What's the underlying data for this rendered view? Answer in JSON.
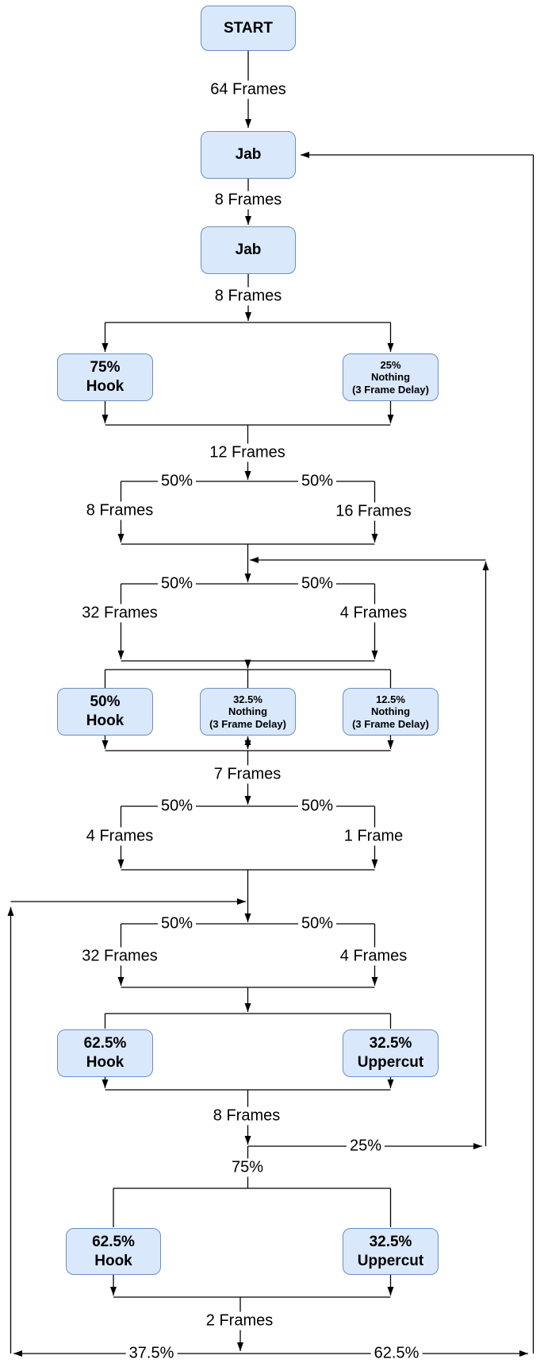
{
  "diagram": {
    "description": "Attack pattern flowchart with probability branches and frame delays",
    "colors": {
      "node_fill": "#dae8fc",
      "node_border": "#6c8ebf",
      "line": "#000000",
      "background": "#ffffff"
    },
    "nodes": {
      "start": {
        "label": "START"
      },
      "jab1": {
        "label": "Jab"
      },
      "jab2": {
        "label": "Jab"
      },
      "hook75": {
        "line1": "75%",
        "line2": "Hook"
      },
      "nothing25": {
        "line1": "25%",
        "line2": "Nothing",
        "line3": "(3 Frame Delay)"
      },
      "hook50": {
        "line1": "50%",
        "line2": "Hook"
      },
      "nothing325": {
        "line1": "32.5%",
        "line2": "Nothing",
        "line3": "(3 Frame Delay)"
      },
      "nothing125": {
        "line1": "12.5%",
        "line2": "Nothing",
        "line3": "(3 Frame Delay)"
      },
      "hook625a": {
        "line1": "62.5%",
        "line2": "Hook"
      },
      "uppercut325a": {
        "line1": "32.5%",
        "line2": "Uppercut"
      },
      "hook625b": {
        "line1": "62.5%",
        "line2": "Hook"
      },
      "uppercut325b": {
        "line1": "32.5%",
        "line2": "Uppercut"
      }
    },
    "labels": {
      "frames64": "64 Frames",
      "frames8": "8 Frames",
      "frames12": "12 Frames",
      "frames16": "16 Frames",
      "frames32": "32 Frames",
      "frames4": "4 Frames",
      "frames7": "7 Frames",
      "frames1": "1 Frame",
      "frames2": "2 Frames",
      "pct50": "50%",
      "pct25": "25%",
      "pct75": "75%",
      "pct375": "37.5%",
      "pct625": "62.5%"
    }
  }
}
